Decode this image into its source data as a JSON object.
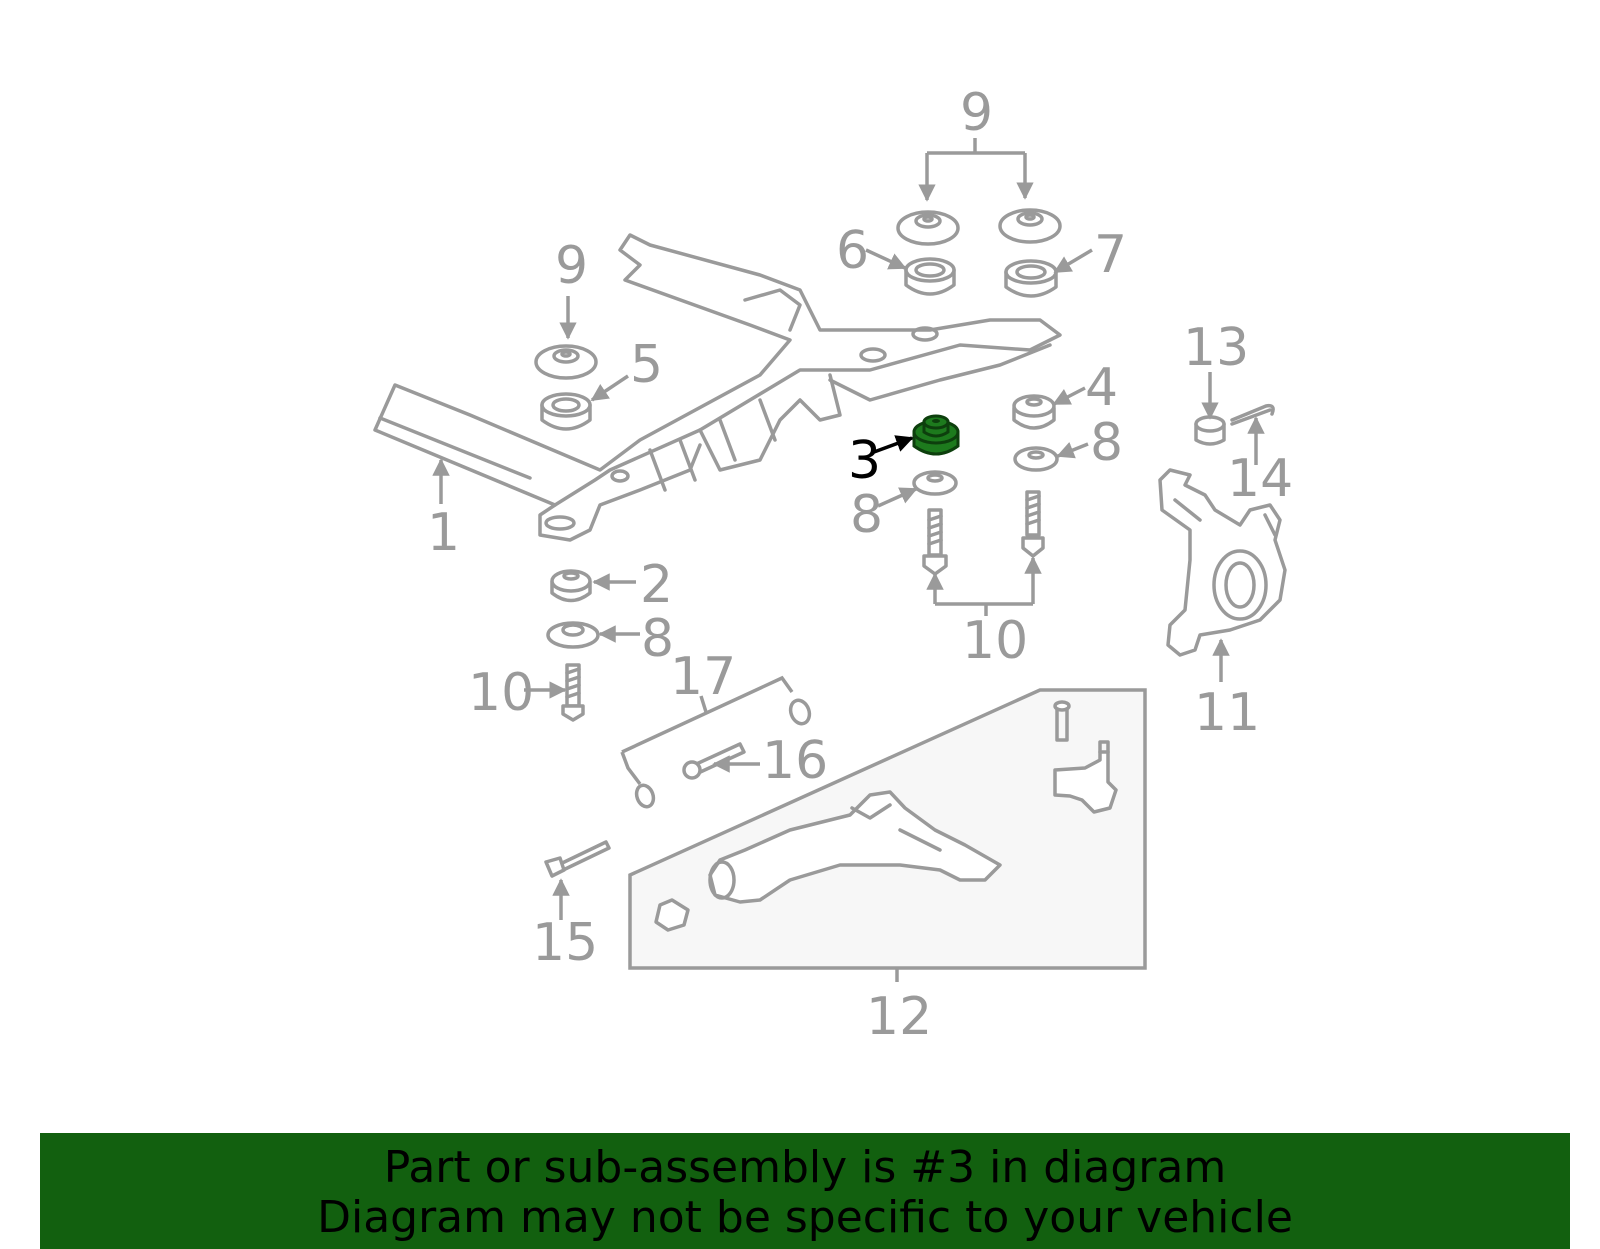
{
  "diagram": {
    "highlighted_part": "3",
    "highlight_color": "#1d7a1d",
    "line_color": "#9a9a9a",
    "callouts": [
      "9",
      "9",
      "6",
      "7",
      "5",
      "4",
      "3",
      "8",
      "8",
      "13",
      "14",
      "1",
      "2",
      "8",
      "10",
      "10",
      "11",
      "17",
      "16",
      "15",
      "12"
    ]
  },
  "banner": {
    "line1": "Part or sub-assembly is #3 in diagram",
    "line2": "Diagram may not be specific to your vehicle",
    "background": "#12600f"
  }
}
